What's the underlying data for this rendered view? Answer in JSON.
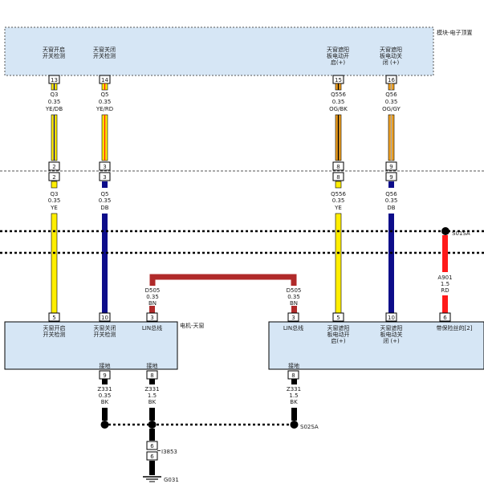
{
  "modules": {
    "top": {
      "title": "模块-电子顶置",
      "pins": [
        {
          "label": [
            "天窗开启",
            "开关检测"
          ],
          "pin": "13",
          "code": "Q3",
          "size": "0.35",
          "color": "YE/DB"
        },
        {
          "label": [
            "天窗关闭",
            "开关检测"
          ],
          "pin": "14",
          "code": "Q5",
          "size": "0.35",
          "color": "YE/RD"
        },
        {
          "label": [
            "天窗遮阳",
            "板电动开",
            "启(+)"
          ],
          "pin": "15",
          "code": "Q556",
          "size": "0.35",
          "color": "OG/BK"
        },
        {
          "label": [
            "天窗遮阳",
            "板电动关",
            "闭 (+)"
          ],
          "pin": "16",
          "code": "Q56",
          "size": "0.35",
          "color": "OG/GY"
        }
      ]
    },
    "connector": {
      "pairs": [
        {
          "upper": "2",
          "lower": "2",
          "code": "Q3",
          "size": "0.35",
          "color": "YE"
        },
        {
          "upper": "3",
          "lower": "3",
          "code": "Q5",
          "size": "0.35",
          "color": "DB"
        },
        {
          "upper": "8",
          "lower": "8",
          "code": "Q556",
          "size": "0.35",
          "color": "YE"
        },
        {
          "upper": "9",
          "lower": "9",
          "code": "Q56",
          "size": "0.35",
          "color": "DB"
        }
      ]
    },
    "left_motor": {
      "title": "电机-天窗",
      "pins": [
        {
          "pin": "5",
          "label": [
            "天窗开启",
            "开关检测"
          ]
        },
        {
          "pin": "10",
          "label": [
            "天窗关闭",
            "开关检测"
          ]
        },
        {
          "pin": "3",
          "label": [
            "LIN总线"
          ]
        }
      ],
      "ground_pins": [
        {
          "pin": "9",
          "label": "接地",
          "code": "Z331",
          "size": "0.35",
          "color": "BK"
        },
        {
          "pin": "8",
          "label": "接地",
          "code": "Z331",
          "size": "1.5",
          "color": "BK"
        }
      ]
    },
    "right_motor": {
      "pins": [
        {
          "pin": "3",
          "label": [
            "LIN总线"
          ]
        },
        {
          "pin": "5",
          "label": [
            "天窗遮阳",
            "板电动开",
            "启(+)"
          ]
        },
        {
          "pin": "10",
          "label": [
            "天窗遮阳",
            "板电动关",
            "闭 (+)"
          ]
        },
        {
          "pin": "6",
          "label": [
            "带保险丝的[2]"
          ]
        }
      ],
      "ground_pin": {
        "pin": "8",
        "label": "接地",
        "code": "Z331",
        "size": "1.5",
        "color": "BK"
      }
    }
  },
  "lin_bus": [
    {
      "code": "D505",
      "size": "0.35",
      "color": "BN"
    },
    {
      "code": "D505",
      "size": "0.35",
      "color": "BN"
    }
  ],
  "fuse_wire": {
    "splice": "S01SA",
    "code": "A901",
    "size": "1.5",
    "color": "RD"
  },
  "ground": {
    "splice": "S02SA",
    "connector": {
      "upper": "6",
      "lower": "6",
      "name": "I3853"
    },
    "point": "G031"
  },
  "colors": {
    "module_fill": "#d6e6f5",
    "YE": "#ffee00",
    "DB": "#0d0d8a",
    "BN": "#b02a2a",
    "RD": "#ff1a1a",
    "OG": "#f0a020",
    "BK": "#000000"
  }
}
